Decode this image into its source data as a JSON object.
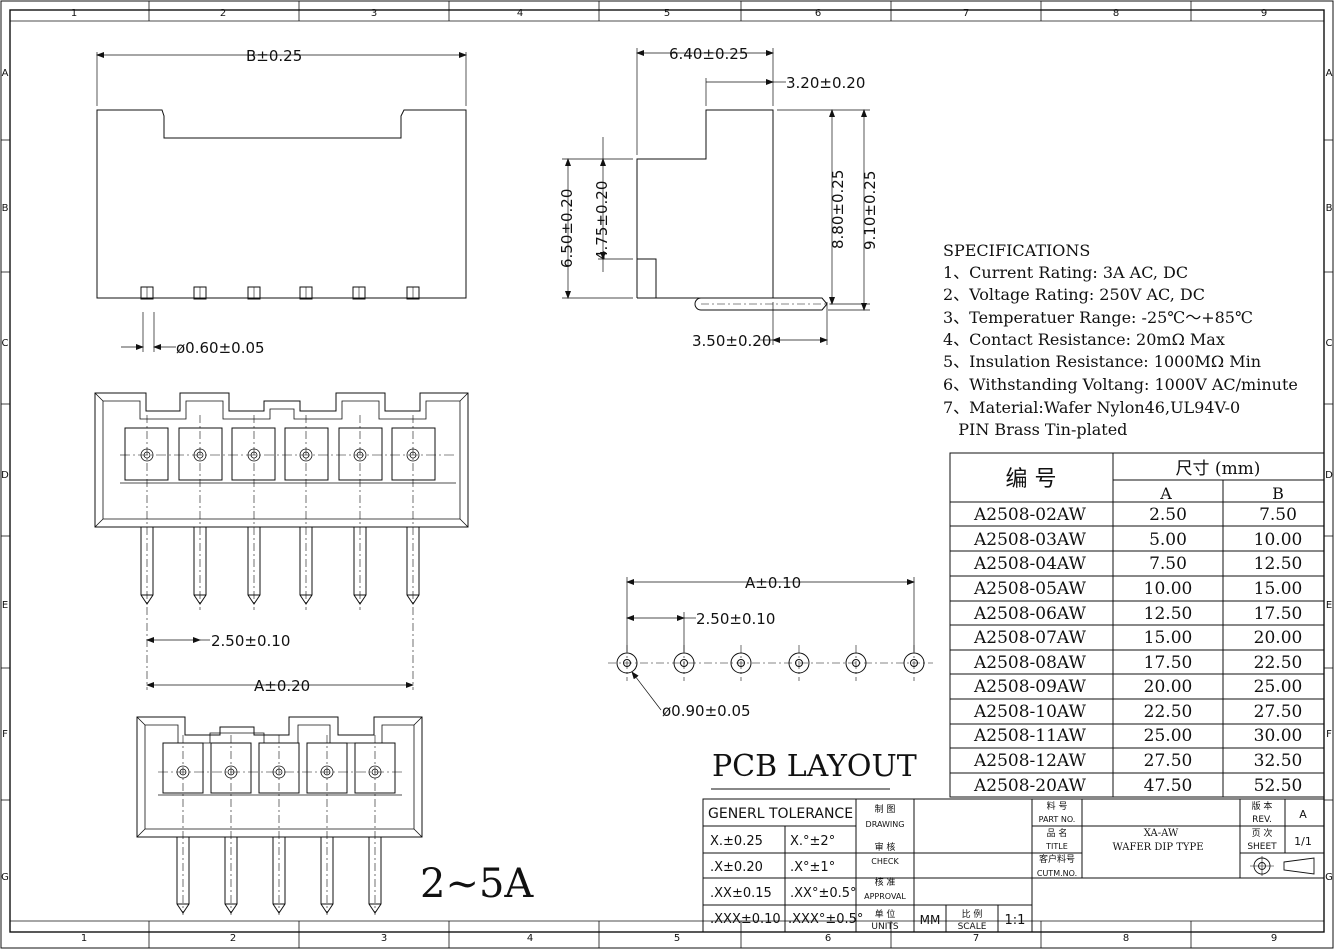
{
  "frame": {
    "col_labels": [
      "1",
      "2",
      "3",
      "4",
      "5",
      "6",
      "7",
      "8",
      "9"
    ],
    "row_labels": [
      "A",
      "B",
      "C",
      "D",
      "E",
      "F",
      "G"
    ]
  },
  "dims": {
    "b_width": "B±0.25",
    "pin_dia": "ø0.60±0.05",
    "pitch": "2.50±0.10",
    "a_width": "A±0.20",
    "s_640": "6.40±0.25",
    "s_320": "3.20±0.20",
    "s_650": "6.50±0.20",
    "s_475": "4.75±0.20",
    "s_880": "8.80±0.25",
    "s_910": "9.10±0.25",
    "s_350": "3.50±0.20",
    "pcb_a": "A±0.10",
    "pcb_pitch": "2.50±0.10",
    "pcb_hole": "ø0.90±0.05"
  },
  "current_note": "2~5A",
  "pcb_layout_title": "PCB LAYOUT",
  "specifications": {
    "title": "SPECIFICATIONS",
    "lines": [
      "1、Current Rating: 3A AC, DC",
      "2、Voltage Rating: 250V AC, DC",
      "3、Temperatuer Range: -25℃～+85℃",
      "4、Contact Resistance: 20mΩ Max",
      "5、Insulation Resistance: 1000MΩ Min",
      "6、Withstanding Voltang: 1000V AC/minute",
      "7、Material:Wafer Nylon46,UL94V-0",
      "   PIN Brass Tin-plated"
    ]
  },
  "part_table": {
    "header_part": "编  号",
    "header_dim": "尺寸 (mm)",
    "header_a": "A",
    "header_b": "B",
    "rows": [
      {
        "part": "A2508-02AW",
        "a": "2.50",
        "b": "7.50"
      },
      {
        "part": "A2508-03AW",
        "a": "5.00",
        "b": "10.00"
      },
      {
        "part": "A2508-04AW",
        "a": "7.50",
        "b": "12.50"
      },
      {
        "part": "A2508-05AW",
        "a": "10.00",
        "b": "15.00"
      },
      {
        "part": "A2508-06AW",
        "a": "12.50",
        "b": "17.50"
      },
      {
        "part": "A2508-07AW",
        "a": "15.00",
        "b": "20.00"
      },
      {
        "part": "A2508-08AW",
        "a": "17.50",
        "b": "22.50"
      },
      {
        "part": "A2508-09AW",
        "a": "20.00",
        "b": "25.00"
      },
      {
        "part": "A2508-10AW",
        "a": "22.50",
        "b": "27.50"
      },
      {
        "part": "A2508-11AW",
        "a": "25.00",
        "b": "30.00"
      },
      {
        "part": "A2508-12AW",
        "a": "27.50",
        "b": "32.50"
      },
      {
        "part": "A2508-20AW",
        "a": "47.50",
        "b": "52.50"
      }
    ]
  },
  "title_block": {
    "tolerance_header": "GENERL TOLERANCE",
    "tolerances": [
      {
        "linear": "X.±0.25",
        "angular": "X.°±2°"
      },
      {
        "linear": ".X±0.20",
        "angular": ".X°±1°"
      },
      {
        "linear": ".XX±0.15",
        "angular": ".XX°±0.5°"
      },
      {
        "linear": ".XXX±0.10",
        "angular": ".XXX°±0.5°"
      }
    ],
    "drawing_cn": "制 图",
    "drawing_en": "DRAWING",
    "check_cn": "审 核",
    "check_en": "CHECK",
    "approval_cn": "核 准",
    "approval_en": "APPROVAL",
    "units_cn": "单 位",
    "units_en": "UNITS",
    "units_value": "MM",
    "scale_cn": "比 例",
    "scale_en": "SCALE",
    "scale_value": "1:1",
    "partno_cn": "料 号",
    "partno_en": "PART NO.",
    "title_cn": "品 名",
    "title_en": "TITLE",
    "cutm_cn": "客户料号",
    "cutm_en": "CUTM.NO.",
    "title_value_1": "XA-AW",
    "title_value_2": "WAFER DIP TYPE",
    "rev_cn": "版 本",
    "rev_en": "REV.",
    "rev_value": "A",
    "sheet_cn": "页 次",
    "sheet_en": "SHEET",
    "sheet_value": "1/1"
  }
}
